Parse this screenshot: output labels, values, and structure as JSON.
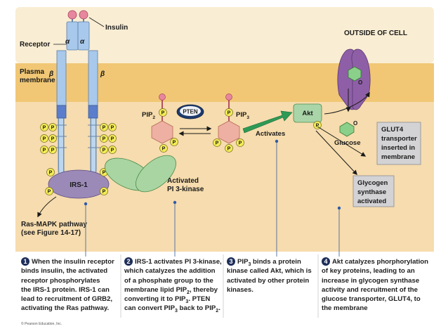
{
  "labels": {
    "insulin": "Insulin",
    "receptor": "Receptor",
    "alpha": "α",
    "beta": "β",
    "plasma_membrane_line1": "Plasma",
    "plasma_membrane_line2": "membrane",
    "outside_of_cell": "OUTSIDE OF CELL",
    "phosphate": "P",
    "irs1": "IRS-1",
    "pip2": "PIP",
    "pip2_sub": "2",
    "pip3": "PIP",
    "pip3_sub": "3",
    "pten": "PTEN",
    "activates": "Activates",
    "akt": "Akt",
    "activated_pi3k_line1": "Activated",
    "activated_pi3k_line2": "PI 3-kinase",
    "glucose": "Glucose",
    "o_mark": "O",
    "glut4_line1": "GLUT4",
    "glut4_line2": "transporter",
    "glut4_line3": "inserted in",
    "glut4_line4": "membrane",
    "glycogen_line1": "Glycogen",
    "glycogen_line2": "synthase",
    "glycogen_line3": "activated",
    "ras_line1": "Ras-MAPK pathway",
    "ras_line2": "(see Figure 14-17)"
  },
  "captions": [
    {
      "num": "1",
      "lines": [
        "When the insulin receptor",
        "binds insulin, the activated",
        "receptor phosphorylates",
        "the IRS-1 protein. IRS-1 can",
        "lead to recruitment of GRB2,",
        "activating the Ras pathway."
      ]
    },
    {
      "num": "2",
      "lines": [
        "IRS-1 activates PI 3-kinase,",
        "which catalyzes the addition",
        "of a phosphate group to the"
      ],
      "l4a": "membrane lipid PIP",
      "l4s": "2",
      "l4b": ", thereby",
      "l5a": "converting it to PIP",
      "l5s": "3",
      "l5b": ".  PTEN",
      "l6a": "can convert PIP",
      "l6s": "3",
      "l6b": " back to PIP",
      "l6s2": "2",
      "l6c": "."
    },
    {
      "num": "3",
      "l1a": "PIP",
      "l1s": "3",
      "l1b": " binds a protein",
      "lines": [
        "kinase called Akt, which is",
        "activated by other protein",
        "kinases."
      ]
    },
    {
      "num": "4",
      "lines": [
        "Akt catalyzes phorphorylation",
        "of key proteins, leading to an",
        "increase in glycogen synthase",
        "activity and recruitment of the",
        "glucose transporter, GLUT4, to",
        "the membrane"
      ]
    }
  ],
  "copyright": "© Pearson Education, Inc.",
  "colors": {
    "outside": "#f9edd3",
    "membrane": "#f1c775",
    "inside": "#f6dcae",
    "receptor": "#a8c9ec",
    "irs1": "#9b8ab8",
    "pi3k": "#a9d5a2",
    "pip_ring": "#eeb0a2",
    "phosphate": "#f4ec57",
    "akt": "#a9d5a8",
    "glut4": "#8e5fa6",
    "box": "#d3d3d6"
  }
}
